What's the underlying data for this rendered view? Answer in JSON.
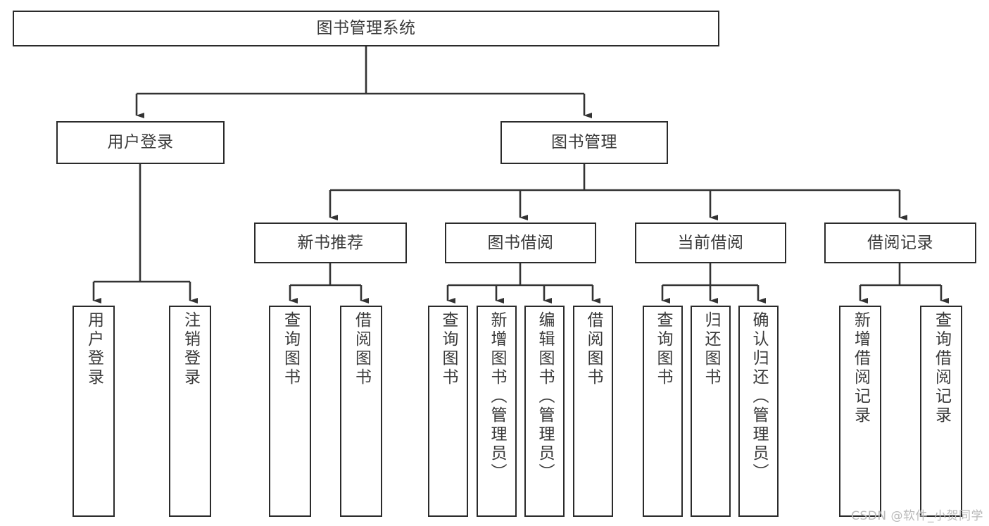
{
  "diagram": {
    "title": "图书管理系统",
    "type": "tree",
    "watermark": "CSDN @软件_小贺同学",
    "colors": {
      "box_border": "#2b2b2b",
      "box_fill": "#ffffff",
      "text": "#3a3a3a",
      "connector": "#333333",
      "background": "#ffffff",
      "watermark": "#b9b9b9"
    },
    "nodes": {
      "root": {
        "label": "图书管理系统",
        "level": 1,
        "orientation": "horizontal"
      },
      "l2": [
        {
          "id": "user-login",
          "label": "用户登录",
          "level": 2,
          "orientation": "horizontal"
        },
        {
          "id": "book-manage",
          "label": "图书管理",
          "level": 2,
          "orientation": "horizontal"
        }
      ],
      "l3": [
        {
          "id": "new-book-rec",
          "label": "新书推荐",
          "level": 3,
          "orientation": "horizontal"
        },
        {
          "id": "book-borrow",
          "label": "图书借阅",
          "level": 3,
          "orientation": "horizontal"
        },
        {
          "id": "current-borrow",
          "label": "当前借阅",
          "level": 3,
          "orientation": "horizontal"
        },
        {
          "id": "borrow-record",
          "label": "借阅记录",
          "level": 3,
          "orientation": "horizontal"
        }
      ],
      "l4": [
        {
          "id": "leaf-user-login",
          "label": "用户登录",
          "parent": "user-login",
          "orientation": "vertical"
        },
        {
          "id": "leaf-logout",
          "label": "注销登录",
          "parent": "user-login",
          "orientation": "vertical"
        },
        {
          "id": "leaf-query-book-1",
          "label": "查询图书",
          "parent": "new-book-rec",
          "orientation": "vertical"
        },
        {
          "id": "leaf-borrow-book-1",
          "label": "借阅图书",
          "parent": "new-book-rec",
          "orientation": "vertical"
        },
        {
          "id": "leaf-query-book-2",
          "label": "查询图书",
          "parent": "book-borrow",
          "orientation": "vertical"
        },
        {
          "id": "leaf-add-book",
          "label": "新增图书（管理员）",
          "parent": "book-borrow",
          "orientation": "vertical"
        },
        {
          "id": "leaf-edit-book",
          "label": "编辑图书（管理员）",
          "parent": "book-borrow",
          "orientation": "vertical"
        },
        {
          "id": "leaf-borrow-book-2",
          "label": "借阅图书",
          "parent": "book-borrow",
          "orientation": "vertical"
        },
        {
          "id": "leaf-query-book-3",
          "label": "查询图书",
          "parent": "current-borrow",
          "orientation": "vertical"
        },
        {
          "id": "leaf-return-book",
          "label": "归还图书",
          "parent": "current-borrow",
          "orientation": "vertical"
        },
        {
          "id": "leaf-confirm-return",
          "label": "确认归还（管理员）",
          "parent": "current-borrow",
          "orientation": "vertical"
        },
        {
          "id": "leaf-add-record",
          "label": "新增借阅记录",
          "parent": "borrow-record",
          "orientation": "vertical"
        },
        {
          "id": "leaf-query-record",
          "label": "查询借阅记录",
          "parent": "borrow-record",
          "orientation": "vertical"
        }
      ]
    }
  }
}
